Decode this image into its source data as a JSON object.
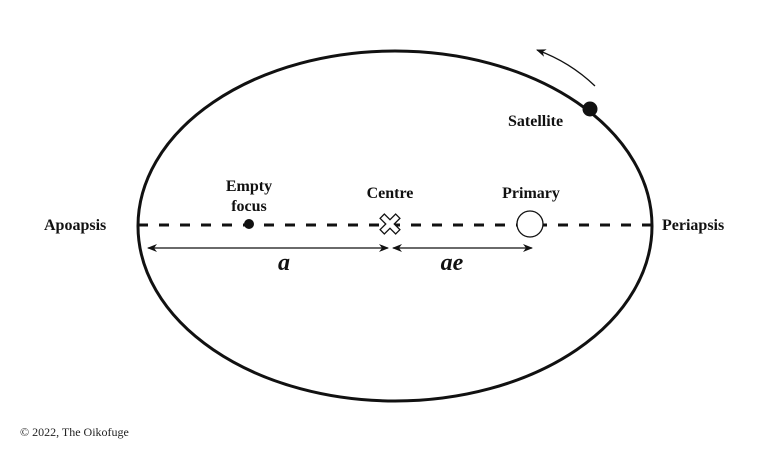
{
  "labels": {
    "apoapsis": "Apoapsis",
    "periapsis": "Periapsis",
    "empty_focus_line1": "Empty",
    "empty_focus_line2": "focus",
    "centre": "Centre",
    "primary": "Primary",
    "satellite": "Satellite",
    "semi_major_axis": "a",
    "focal_distance": "ae"
  },
  "copyright": "© 2022, The Oikofuge",
  "colors": {
    "ink": "#111111",
    "background": "#ffffff"
  }
}
